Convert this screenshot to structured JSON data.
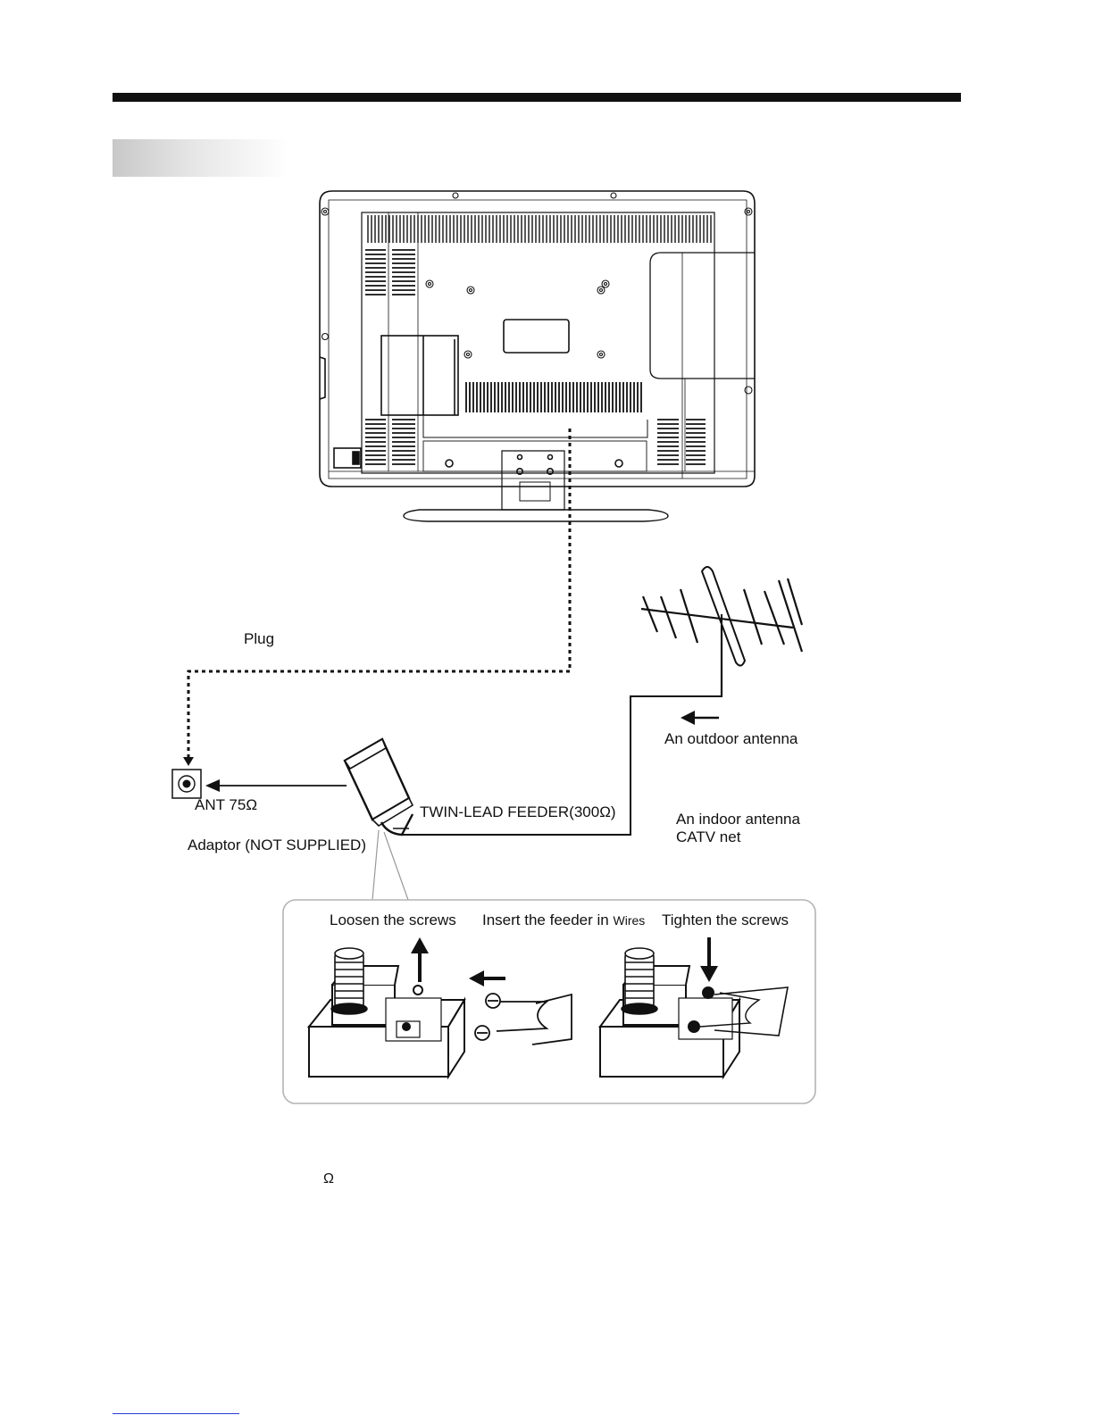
{
  "labels": {
    "plug": "Plug",
    "outdoor_antenna": "An outdoor antenna",
    "ant_jack": "ANT 75Ω",
    "twin_lead_feeder": "TWIN-LEAD FEEDER(300Ω)",
    "indoor_antenna": "An indoor antenna",
    "catv_net": "CATV net",
    "adaptor": "Adaptor  (NOT SUPPLIED)",
    "loosen_screws": "Loosen the screws",
    "insert_feeder": "Insert the feeder in",
    "insert_feeder_small": "Wires",
    "tighten_screws": "Tighten the screws",
    "omega_symbol": "Ω"
  },
  "colors": {
    "ink": "#111111",
    "panel_border": "#b4b4b4",
    "link_underline": "#2a3bd8"
  },
  "icons": [
    "tv-rear-panel-icon",
    "yagi-antenna-icon",
    "ant-jack-icon",
    "adaptor-block-icon",
    "arrow-up-icon",
    "arrow-down-icon",
    "arrow-left-icon"
  ]
}
